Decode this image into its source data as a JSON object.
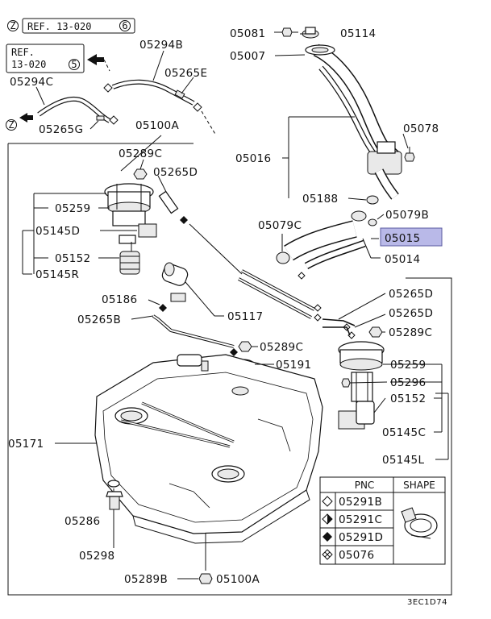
{
  "refs": [
    {
      "z": "Z",
      "text": "REF. 13-020",
      "circle": "6"
    },
    {
      "line1": "REF.",
      "line2": "13-020",
      "circle": "5"
    },
    {
      "z": "Z"
    }
  ],
  "labels": {
    "l05081": "05081",
    "l05114": "05114",
    "l05007": "05007",
    "l05294B": "05294B",
    "l05265E": "05265E",
    "l05294C": "05294C",
    "l05265G": "05265G",
    "l05100A_top": "05100A",
    "l05289C_a": "05289C",
    "l05265D_a": "05265D",
    "l05259_a": "05259",
    "l05145D": "05145D",
    "l05152_a": "05152",
    "l05145R": "05145R",
    "l05016": "05016",
    "l05078": "05078",
    "l05188": "05188",
    "l05079C": "05079C",
    "l05079B": "05079B",
    "l05015": "05015",
    "l05014": "05014",
    "l05186": "05186",
    "l05117": "05117",
    "l05265B": "05265B",
    "l05265D_b": "05265D",
    "l05265D_c": "05265D",
    "l05289C_b": "05289C",
    "l05289C_c": "05289C",
    "l05191": "05191",
    "l05259_b": "05259",
    "l05296": "05296",
    "l05152_b": "05152",
    "l05145C": "05145C",
    "l05145L": "05145L",
    "l05171": "05171",
    "l05286": "05286",
    "l05298": "05298",
    "l05289B": "05289B",
    "l05100A_bot": "05100A"
  },
  "table": {
    "headers": [
      "PNC",
      "SHAPE"
    ],
    "rows": [
      {
        "symbol": "outline-diamond",
        "pnc": "05291B"
      },
      {
        "symbol": "half-diamond",
        "pnc": "05291C"
      },
      {
        "symbol": "filled-diamond",
        "pnc": "05291D"
      },
      {
        "symbol": "cross-diamond",
        "pnc": "05076"
      }
    ]
  },
  "footer_code": "3EC1D74",
  "colors": {
    "highlight": "#b9b9e8",
    "highlight_border": "#5a5aa0",
    "ink": "#111111"
  }
}
